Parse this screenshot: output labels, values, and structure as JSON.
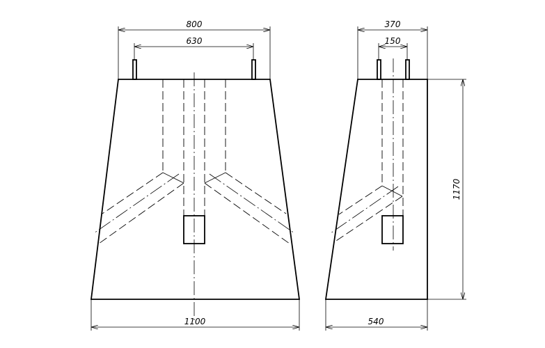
{
  "front_view": {
    "dims": {
      "top_width": "800",
      "bolt_spacing": "630",
      "bottom_width": "1100"
    }
  },
  "side_view": {
    "dims": {
      "top_width": "370",
      "bolt_spacing": "150",
      "height": "1170",
      "bottom_width": "540"
    }
  }
}
